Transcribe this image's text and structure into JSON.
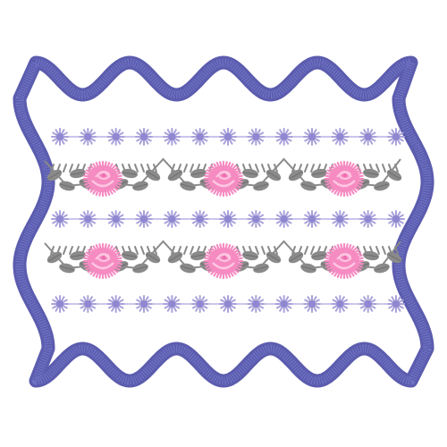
{
  "design": {
    "kind": "embroidery-frame",
    "frame_shape": "wavy-scalloped-rectangle",
    "flower_band_rows": 3,
    "rose_rows": 2,
    "roses_per_row": 3,
    "flowers_per_band": 13
  },
  "colors": {
    "background": "#ffffff",
    "frame_outer": "#5b5cae",
    "frame_inner": "#6f72c4",
    "small_flower": "#a9a2db",
    "small_flower_center": "#8f87cf",
    "band_line": "#b9b3e6",
    "rose": "#f58bc1",
    "rose_dark": "#ec6fae",
    "rose_light": "#ffc6e2",
    "leaf": "#8a8a8a",
    "leaf_dark": "#6d6d6d"
  }
}
